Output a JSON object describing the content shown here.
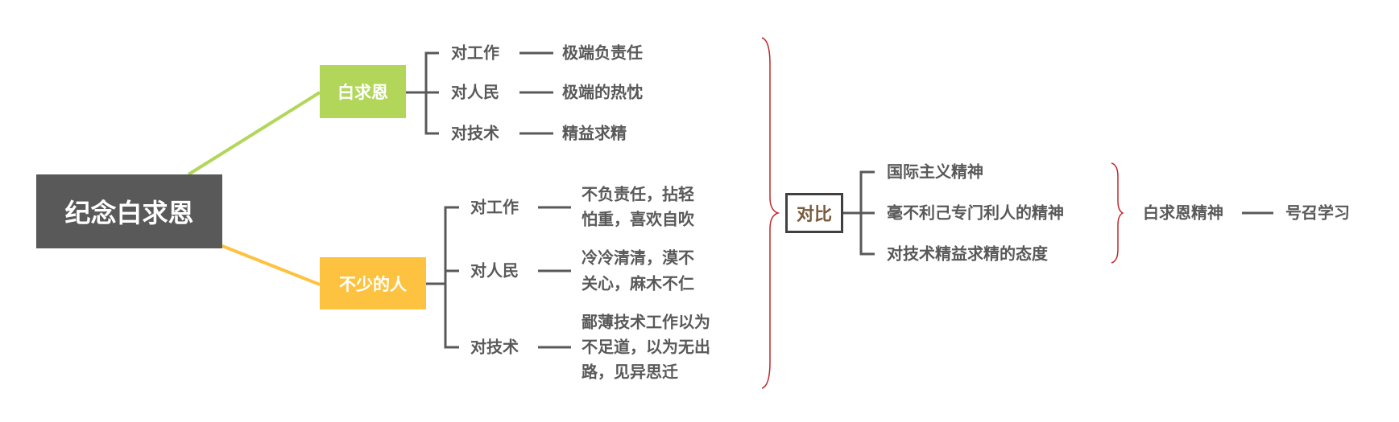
{
  "root": "纪念白求恩",
  "branch_bethune": {
    "label": "白求恩",
    "color": "#b2d65a",
    "items": [
      {
        "aspect": "对工作",
        "value": "极端负责任"
      },
      {
        "aspect": "对人民",
        "value": "极端的热忱"
      },
      {
        "aspect": "对技术",
        "value": "精益求精"
      }
    ]
  },
  "branch_others": {
    "label": "不少的人",
    "color": "#fdc340",
    "items": [
      {
        "aspect": "对工作",
        "lines": [
          "不负责任，拈轻",
          "怕重，喜欢自吹"
        ]
      },
      {
        "aspect": "对人民",
        "lines": [
          "冷冷清清，漠不",
          "关心，麻木不仁"
        ]
      },
      {
        "aspect": "对技术",
        "lines": [
          "鄙薄技术工作以为",
          "不足道，以为无出",
          "路，见异思迁"
        ]
      }
    ]
  },
  "comparison": {
    "label": "对比",
    "items": [
      "国际主义精神",
      "毫不利己专门利人的精神",
      "对技术精益求精的态度"
    ],
    "summary": "白求恩精神",
    "conclusion": "号召学习"
  }
}
